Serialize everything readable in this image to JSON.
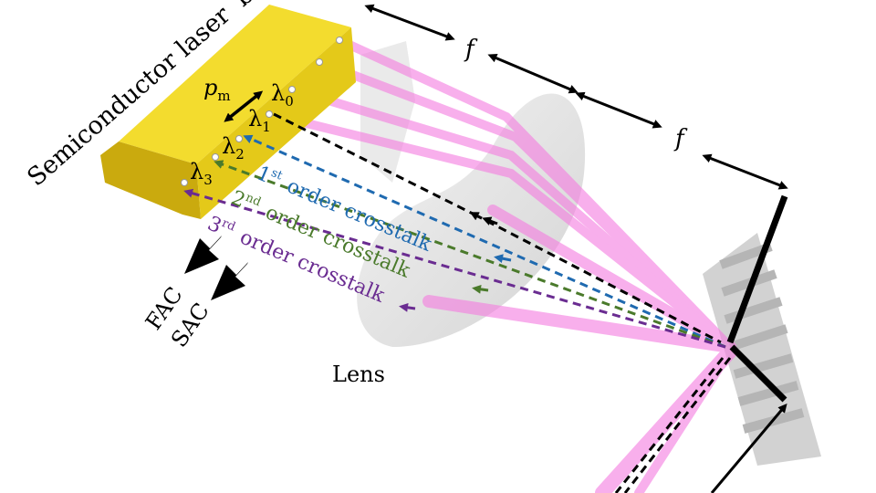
{
  "labels": {
    "device": "Semiconductor laser",
    "device_suffix": "b",
    "focal_1": "f",
    "focal_2": "f",
    "pitch": "p",
    "pitch_sub": "m",
    "lambda_symbol": "λ",
    "lambda_indices": [
      "0",
      "1",
      "2",
      "3"
    ],
    "order_1_num": "1",
    "order_1_sup": "st",
    "order_2_num": "2",
    "order_2_sup": "nd",
    "order_3_num": "3",
    "order_3_sup": "rd",
    "crosstalk_text": "order crosstalk",
    "fac": "FAC",
    "sac": "SAC",
    "lens": "Lens"
  },
  "colors": {
    "laser_body": "#ecd21a",
    "laser_dark": "#c7a90c",
    "beam": "#f57be0",
    "order_1": "#1f6ab0",
    "order_2": "#4a7a2b",
    "order_3": "#6a2c91",
    "zero_order": "#000000",
    "lens": "#d9d9d9",
    "grating": "#c8c8c8"
  }
}
